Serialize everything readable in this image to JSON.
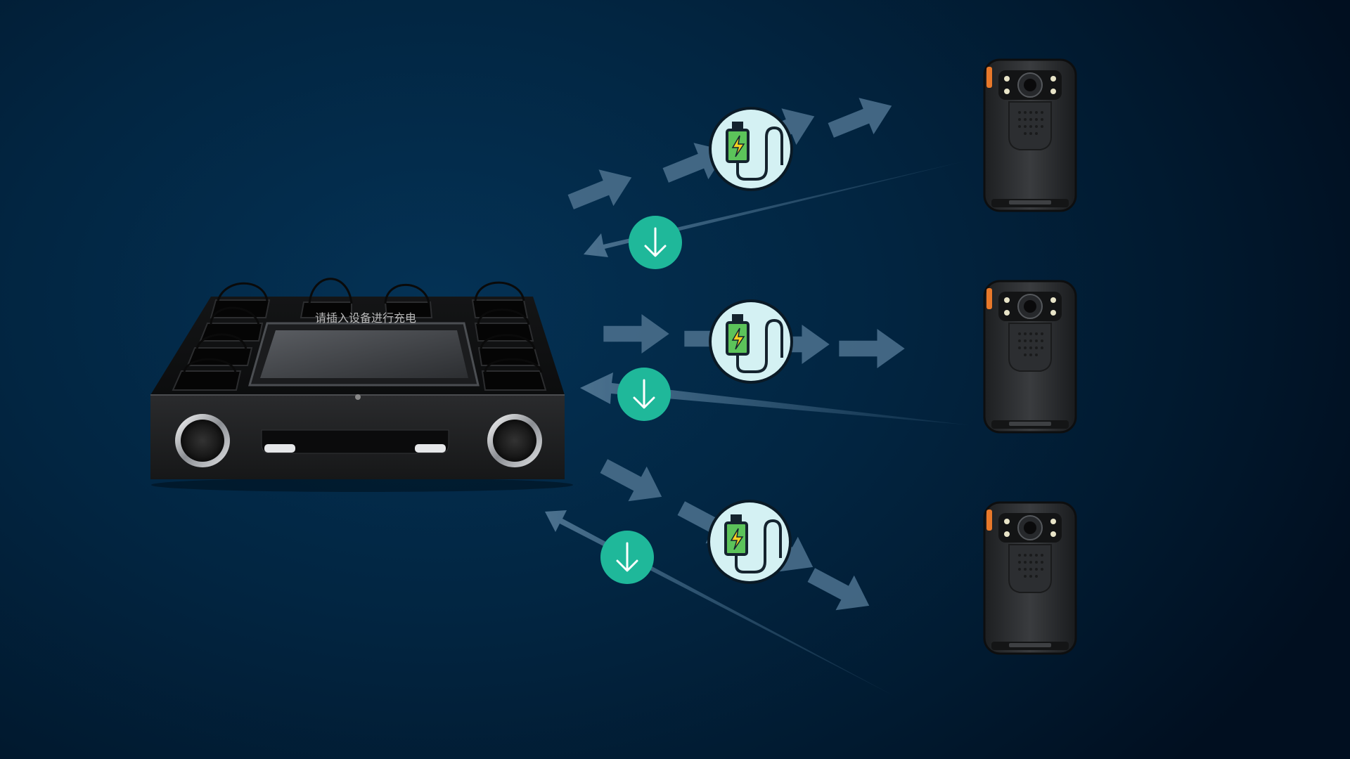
{
  "scene": {
    "hub": {
      "screen_text": "请插入设备进行充电"
    },
    "links": [
      {
        "device": "body-camera-top",
        "charge_icon": "charging-plug-icon",
        "download_icon": "download-arrow-icon"
      },
      {
        "device": "body-camera-middle",
        "charge_icon": "charging-plug-icon",
        "download_icon": "download-arrow-icon"
      },
      {
        "device": "body-camera-bottom",
        "charge_icon": "charging-plug-icon",
        "download_icon": "download-arrow-icon"
      }
    ],
    "colors": {
      "background": "#022541",
      "flow_arrow": "#4a6f8c",
      "download_badge": "#1fb89a",
      "charge_badge": "#d4f1f3",
      "camera_accent": "#e8782a",
      "battery": "#5cc35a",
      "bolt": "#f5d120"
    }
  }
}
